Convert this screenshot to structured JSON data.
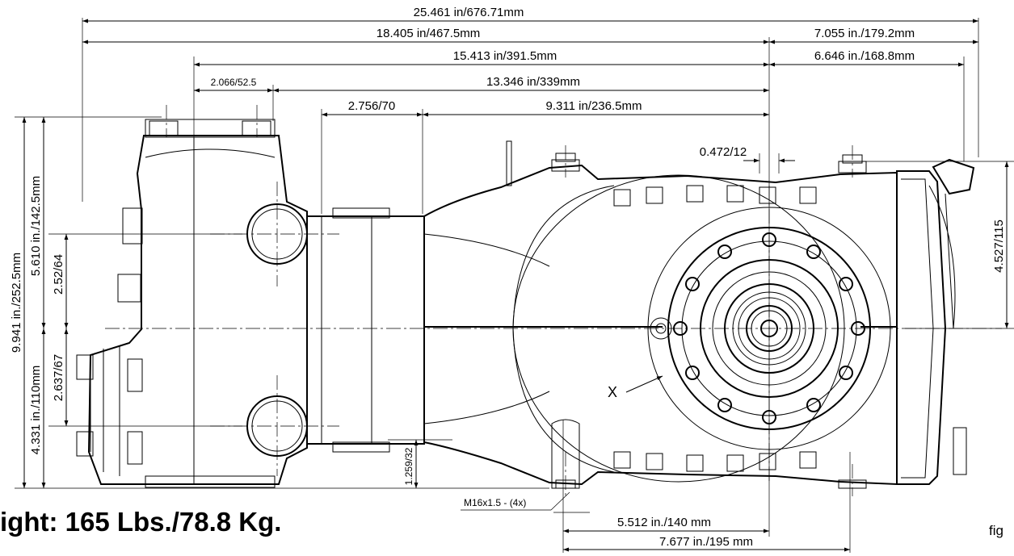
{
  "weight_label": "ight: 165 Lbs./78.8 Kg.",
  "figure_label": "fig",
  "callout_x": "X",
  "thread_label": "M16x1.5 - (4x)",
  "dimensions": {
    "overall_length": "25.461 in/676.71mm",
    "d_18405": "18.405 in/467.5mm",
    "d_7055": "7.055 in./179.2mm",
    "d_15413": "15.413 in/391.5mm",
    "d_6646": "6.646 in./168.8mm",
    "d_2066": "2.066/52.5",
    "d_13346": "13.346 in/339mm",
    "d_2756": "2.756/70",
    "d_9311": "9.311 in/236.5mm",
    "d_0472": "0.472/12",
    "d_9941": "9.941 in./252.5mm",
    "d_5610": "5.610 in./142.5mm",
    "d_252": "2.52/64",
    "d_2637": "2.637/67",
    "d_4331": "4.331 in./110mm",
    "d_4527": "4.527/115",
    "d_1259": "1.259/32",
    "d_5512": "5.512 in./140 mm",
    "d_7677": "7.677 in./195 mm"
  }
}
